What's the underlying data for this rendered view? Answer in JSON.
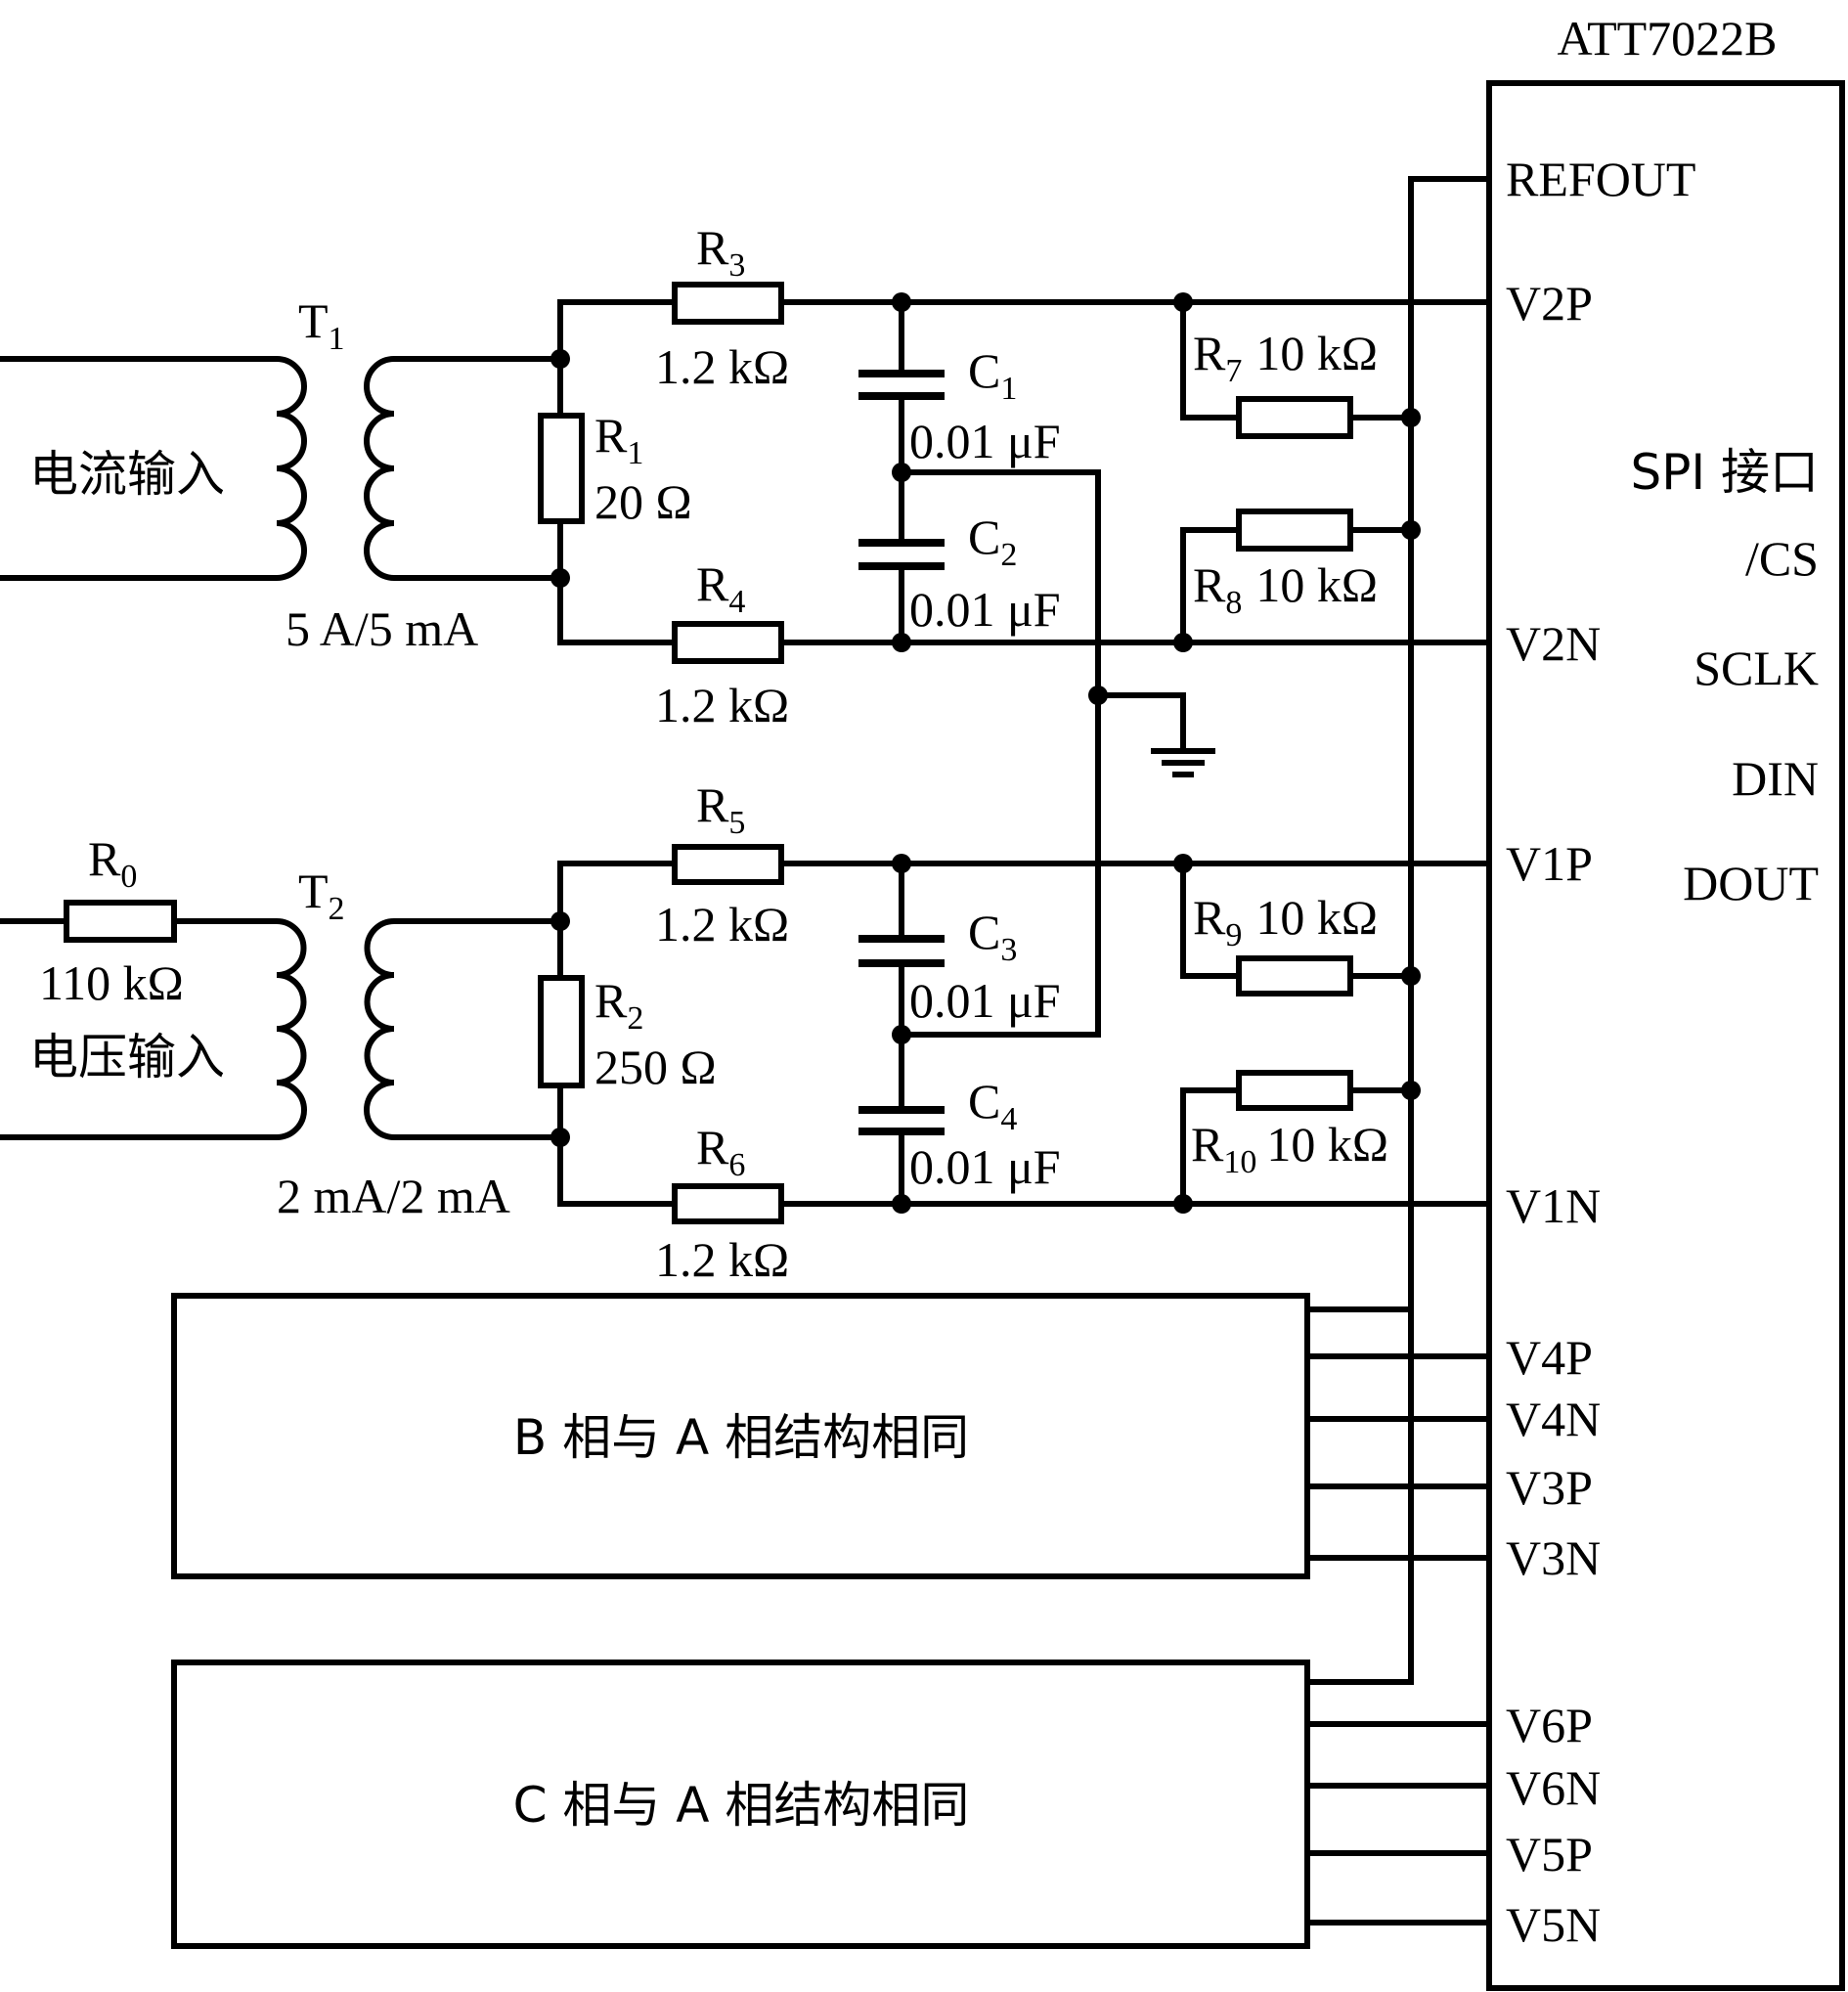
{
  "ic": {
    "name": "ATT7022B",
    "left_pins": [
      "REFOUT",
      "V2P",
      "V2N",
      "V1P",
      "V1N",
      "V4P",
      "V4N",
      "V3P",
      "V3N",
      "V6P",
      "V6N",
      "V5P",
      "V5N"
    ],
    "spi_title": "SPI 接口",
    "spi_pins": [
      "/CS",
      "SCLK",
      "DIN",
      "DOUT"
    ]
  },
  "current_channel": {
    "input_label": "电流输入",
    "transformer": {
      "name": "T",
      "sub": "1",
      "ratio": "5 A/5 mA"
    },
    "shunt": {
      "name": "R",
      "sub": "1",
      "value": "20 Ω"
    },
    "series_top": {
      "name": "R",
      "sub": "3",
      "value": "1.2 kΩ"
    },
    "series_bottom": {
      "name": "R",
      "sub": "4",
      "value": "1.2 kΩ"
    },
    "cap_top": {
      "name": "C",
      "sub": "1",
      "value": "0.01 μF"
    },
    "cap_bottom": {
      "name": "C",
      "sub": "2",
      "value": "0.01 μF"
    },
    "bias_top": {
      "name": "R",
      "sub": "7",
      "value": "10 kΩ"
    },
    "bias_bottom": {
      "name": "R",
      "sub": "8",
      "value": "10 kΩ"
    }
  },
  "voltage_channel": {
    "input_label": "电压输入",
    "input_resistor": {
      "name": "R",
      "sub": "0",
      "value": "110 kΩ"
    },
    "transformer": {
      "name": "T",
      "sub": "2",
      "ratio": "2 mA/2 mA"
    },
    "shunt": {
      "name": "R",
      "sub": "2",
      "value": "250 Ω"
    },
    "series_top": {
      "name": "R",
      "sub": "5",
      "value": "1.2 kΩ"
    },
    "series_bottom": {
      "name": "R",
      "sub": "6",
      "value": "1.2 kΩ"
    },
    "cap_top": {
      "name": "C",
      "sub": "3",
      "value": "0.01 μF"
    },
    "cap_bottom": {
      "name": "C",
      "sub": "4",
      "value": "0.01 μF"
    },
    "bias_top": {
      "name": "R",
      "sub": "9",
      "value": "10 kΩ"
    },
    "bias_bottom": {
      "name": "R",
      "sub": "10",
      "value": "10 kΩ"
    }
  },
  "blocks": {
    "phase_b": "B 相与 A 相结构相同",
    "phase_c": "C 相与 A 相结构相同"
  }
}
